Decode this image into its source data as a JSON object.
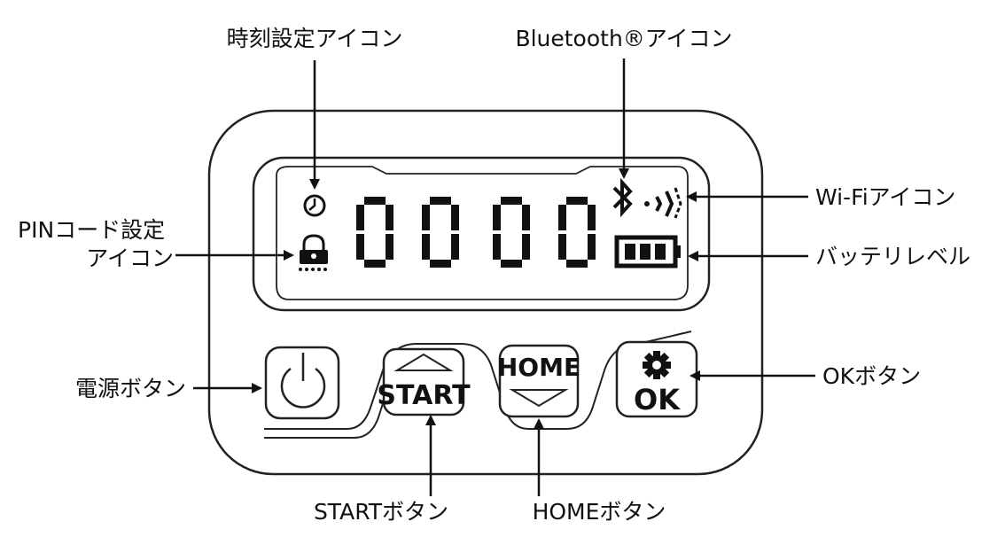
{
  "device": {
    "display": {
      "digits": [
        "0",
        "0",
        "0",
        "0"
      ],
      "icons": [
        "clock-icon",
        "pin-lock-icon",
        "bluetooth-icon",
        "wifi-icon",
        "battery-icon"
      ],
      "battery_bars": 3
    },
    "buttons": {
      "power_icon": "power-icon",
      "start_label": "START",
      "home_label": "HOME",
      "ok_label": "OK",
      "ok_icon": "gear-icon"
    }
  },
  "labels": {
    "time_setting_icon": "時刻設定アイコン",
    "bluetooth_icon": "Bluetooth®アイコン",
    "pin_code_setting_icon_line1": "PINコード設定",
    "pin_code_setting_icon_line2": "アイコン",
    "wifi_icon": "Wi-Fiアイコン",
    "battery_level": "バッテリレベル",
    "power_button": "電源ボタン",
    "ok_button": "OKボタン",
    "start_button": "STARTボタン",
    "home_button": "HOMEボタン"
  },
  "colors": {
    "line": "#111111",
    "background": "#ffffff"
  }
}
